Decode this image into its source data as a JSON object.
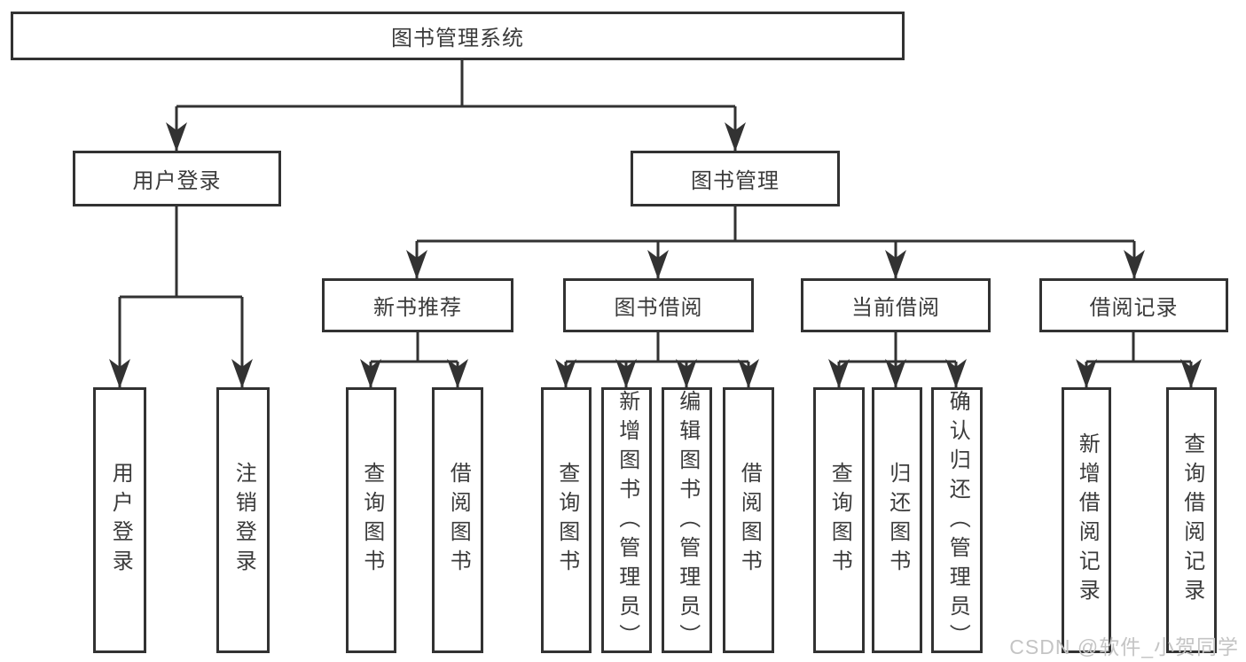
{
  "diagram": {
    "root": "图书管理系统",
    "level2": [
      "用户登录",
      "图书管理"
    ],
    "level3": [
      "新书推荐",
      "图书借阅",
      "当前借阅",
      "借阅记录"
    ],
    "leaves": [
      "用户登录",
      "注销登录",
      "查询图书",
      "借阅图书",
      "查询图书",
      "新增图书（管理员）",
      "编辑图书（管理员）",
      "借阅图书",
      "查询图书",
      "归还图书",
      "确认归还（管理员）",
      "新增借阅记录",
      "查询借阅记录"
    ]
  },
  "watermark": "CSDN @软件_小贺同学",
  "colors": {
    "line": "#323232",
    "box_border": "#323232",
    "text": "#3b3b3b",
    "watermark": "#c4c4c4",
    "background": "#ffffff"
  }
}
